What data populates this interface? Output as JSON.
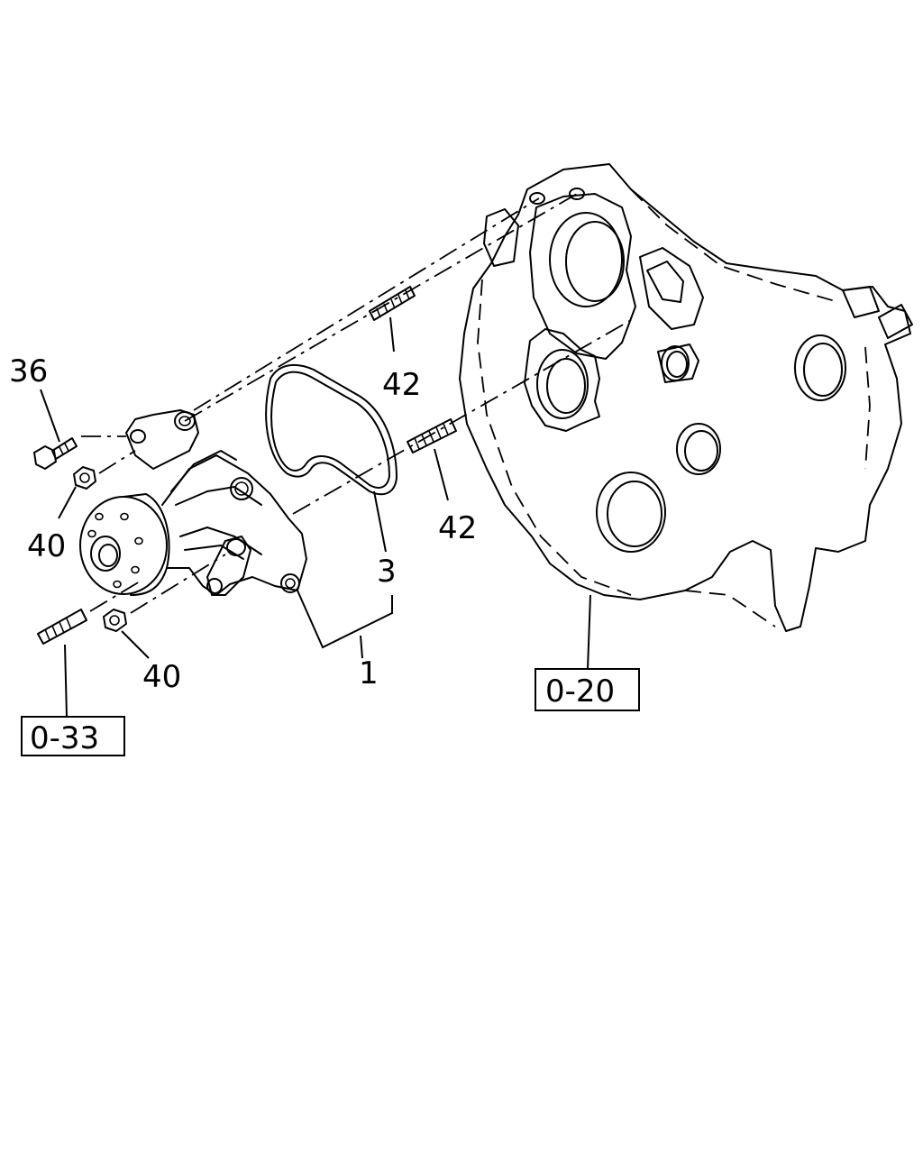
{
  "callouts": {
    "c36": "36",
    "c40a": "40",
    "c40b": "40",
    "c42a": "42",
    "c42b": "42",
    "c3": "3",
    "c1": "1"
  },
  "references": {
    "r020": "0-20",
    "r033": "0-33"
  }
}
